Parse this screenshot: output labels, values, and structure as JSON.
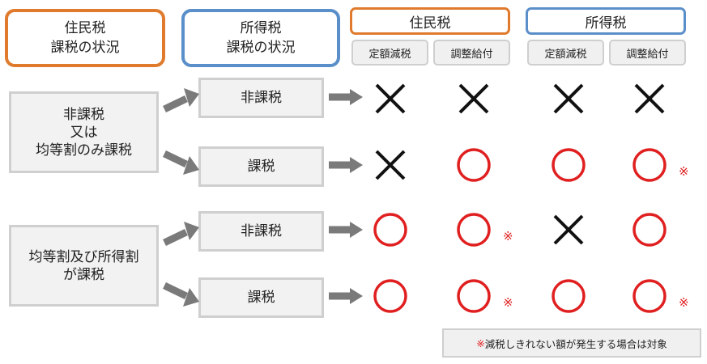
{
  "headers": {
    "resident_status": "住民税\n課税の状況",
    "income_status": "所得税\n課税の状況"
  },
  "groups": {
    "resident": "住民税",
    "income": "所得税"
  },
  "subcols": {
    "fixed": "定額減税",
    "adjust": "調整給付"
  },
  "left_boxes": {
    "box1": "非課税\n又は\n均等割のみ課税",
    "box2": "均等割及び所得割\nが課税"
  },
  "income_boxes": [
    "非課税",
    "課税",
    "非課税",
    "課税"
  ],
  "matrix": [
    [
      "x",
      "x",
      "x",
      "x"
    ],
    [
      "x",
      "o",
      "o",
      "o"
    ],
    [
      "o",
      "o",
      "x",
      "o"
    ],
    [
      "o",
      "o",
      "o",
      "o"
    ]
  ],
  "note_symbol": "※",
  "footnote": {
    "symbol": "※",
    "text": "減税しきれない額が発生する場合は対象"
  },
  "colors": {
    "orange": "#e07b2e",
    "blue": "#5b8fc9",
    "circle_red": "#e02020",
    "cross_black": "#111111",
    "arrow_gray": "#7a7a7a"
  }
}
